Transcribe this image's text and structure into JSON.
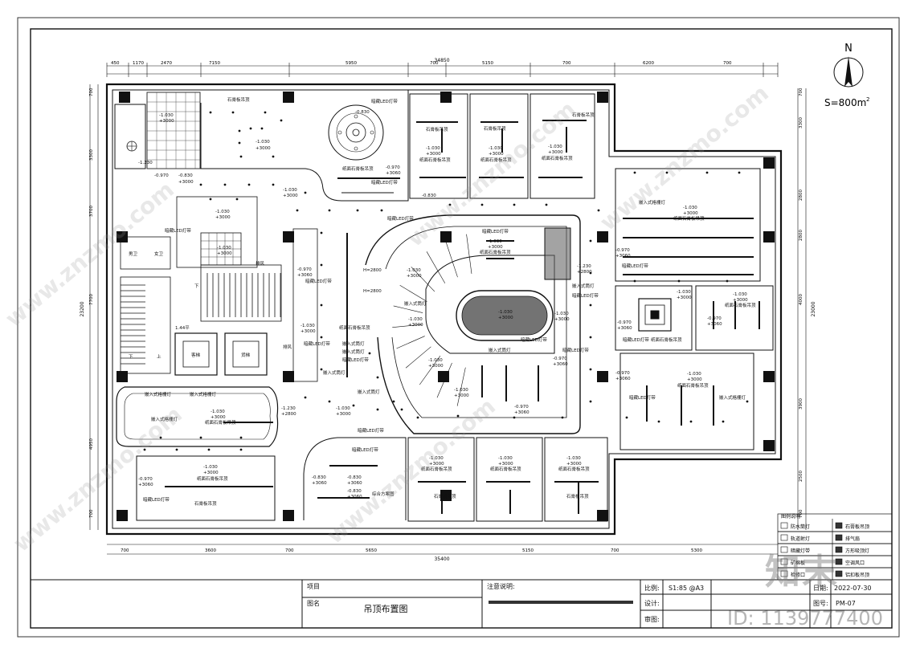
{
  "north": {
    "letter": "N",
    "scale": "S=800m",
    "sup": "2"
  },
  "dimensions": {
    "top_total": "34850",
    "top_segments": [
      "450",
      "1170",
      "2470",
      "7150",
      "5950",
      "700",
      "5150",
      "700",
      "6200",
      "700"
    ],
    "bottom_total": "35400",
    "bottom_segments": [
      "700",
      "3600",
      "700",
      "5650",
      "5150",
      "700",
      "5300"
    ],
    "left_segments": [
      "700",
      "3300",
      "3700",
      "7700",
      "4950",
      "700"
    ],
    "right_segments": [
      "700",
      "3300",
      "2800",
      "2800",
      "4000",
      "3900",
      "2500",
      "700"
    ],
    "right_total": "23000",
    "left_total": "23200"
  },
  "labels": {
    "a": "石膏板吊顶",
    "b": "-1.030",
    "c": "+3000",
    "d": "纸面石膏板吊顶",
    "e": "暗藏LED灯带",
    "f": "嵌入式筒灯",
    "g": "方形吸顶灯",
    "h": "轨道射灯",
    "i": "嵌入式格栅灯",
    "j": "H=2800",
    "k": "排风",
    "l": "下",
    "m": "上",
    "n": "客梯",
    "o": "货梯",
    "p": "-0.830",
    "q": "+3060",
    "r": "-0.970",
    "s": "+3080",
    "t": "-1.230",
    "u": "+2800",
    "v": "综合方案图",
    "w": "1.44平",
    "x": "男卫",
    "y": "女卫"
  },
  "legend": {
    "title": "图例说明",
    "items": [
      {
        "symbol": "筒灯",
        "text": "防水筒灯"
      },
      {
        "symbol": "格栅",
        "text": "石膏板吊顶"
      },
      {
        "symbol": "射灯",
        "text": "轨道射灯"
      },
      {
        "symbol": "排气",
        "text": "排气扇"
      },
      {
        "symbol": "灯带",
        "text": "暗藏灯带"
      },
      {
        "symbol": "方灯",
        "text": "方形吸顶灯"
      },
      {
        "symbol": "吊顶",
        "text": "矿棉板"
      },
      {
        "symbol": "风口",
        "text": "空调风口"
      },
      {
        "symbol": "检修",
        "text": "检修口"
      },
      {
        "symbol": "铝扣",
        "text": "铝扣板吊顶"
      }
    ]
  },
  "titleblock": {
    "project_label": "项目",
    "drawing_label": "图名",
    "drawing_name": "吊顶布置图",
    "notes_label": "注意说明:",
    "scale_label": "比例:",
    "scale_value": "S1:85 @A3",
    "date_label": "日期:",
    "date_value": "2022-07-30",
    "design_label": "设计:",
    "number_label": "图号:",
    "number_value": "PM-07",
    "review_label": "审图:"
  },
  "watermark": {
    "logo": "知末",
    "id": "ID: 1139777400",
    "site": "www.znzmo.com"
  }
}
